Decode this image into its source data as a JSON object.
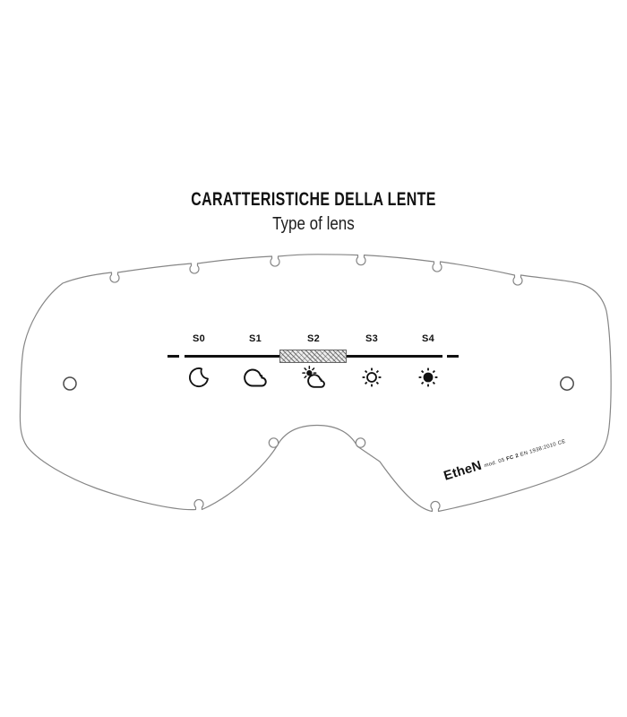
{
  "header": {
    "title": "CARATTERISTICHE DELLA LENTE",
    "subtitle": "Type of lens"
  },
  "lens_diagram": {
    "kind": "goggle-lens-outline",
    "scale": {
      "stops": [
        {
          "label": "S0",
          "icon": "moon-icon",
          "highlighted": false
        },
        {
          "label": "S1",
          "icon": "cloud-icon",
          "highlighted": false
        },
        {
          "label": "S2",
          "icon": "sun-behind-cloud-icon",
          "highlighted": true
        },
        {
          "label": "S3",
          "icon": "sun-outline-icon",
          "highlighted": false
        },
        {
          "label": "S4",
          "icon": "sun-filled-icon",
          "highlighted": false
        }
      ],
      "highlighted_stop": "S2"
    },
    "branding": {
      "logo_text": "EtheN",
      "cert_prefix": "mod. 05",
      "cert_model": "FC 2",
      "cert_standard": "EN 1938:2010 CE"
    }
  },
  "colors": {
    "ink": "#111111",
    "outline": "#868686",
    "highlight_fill": "#ececec",
    "highlight_border": "#666666"
  }
}
